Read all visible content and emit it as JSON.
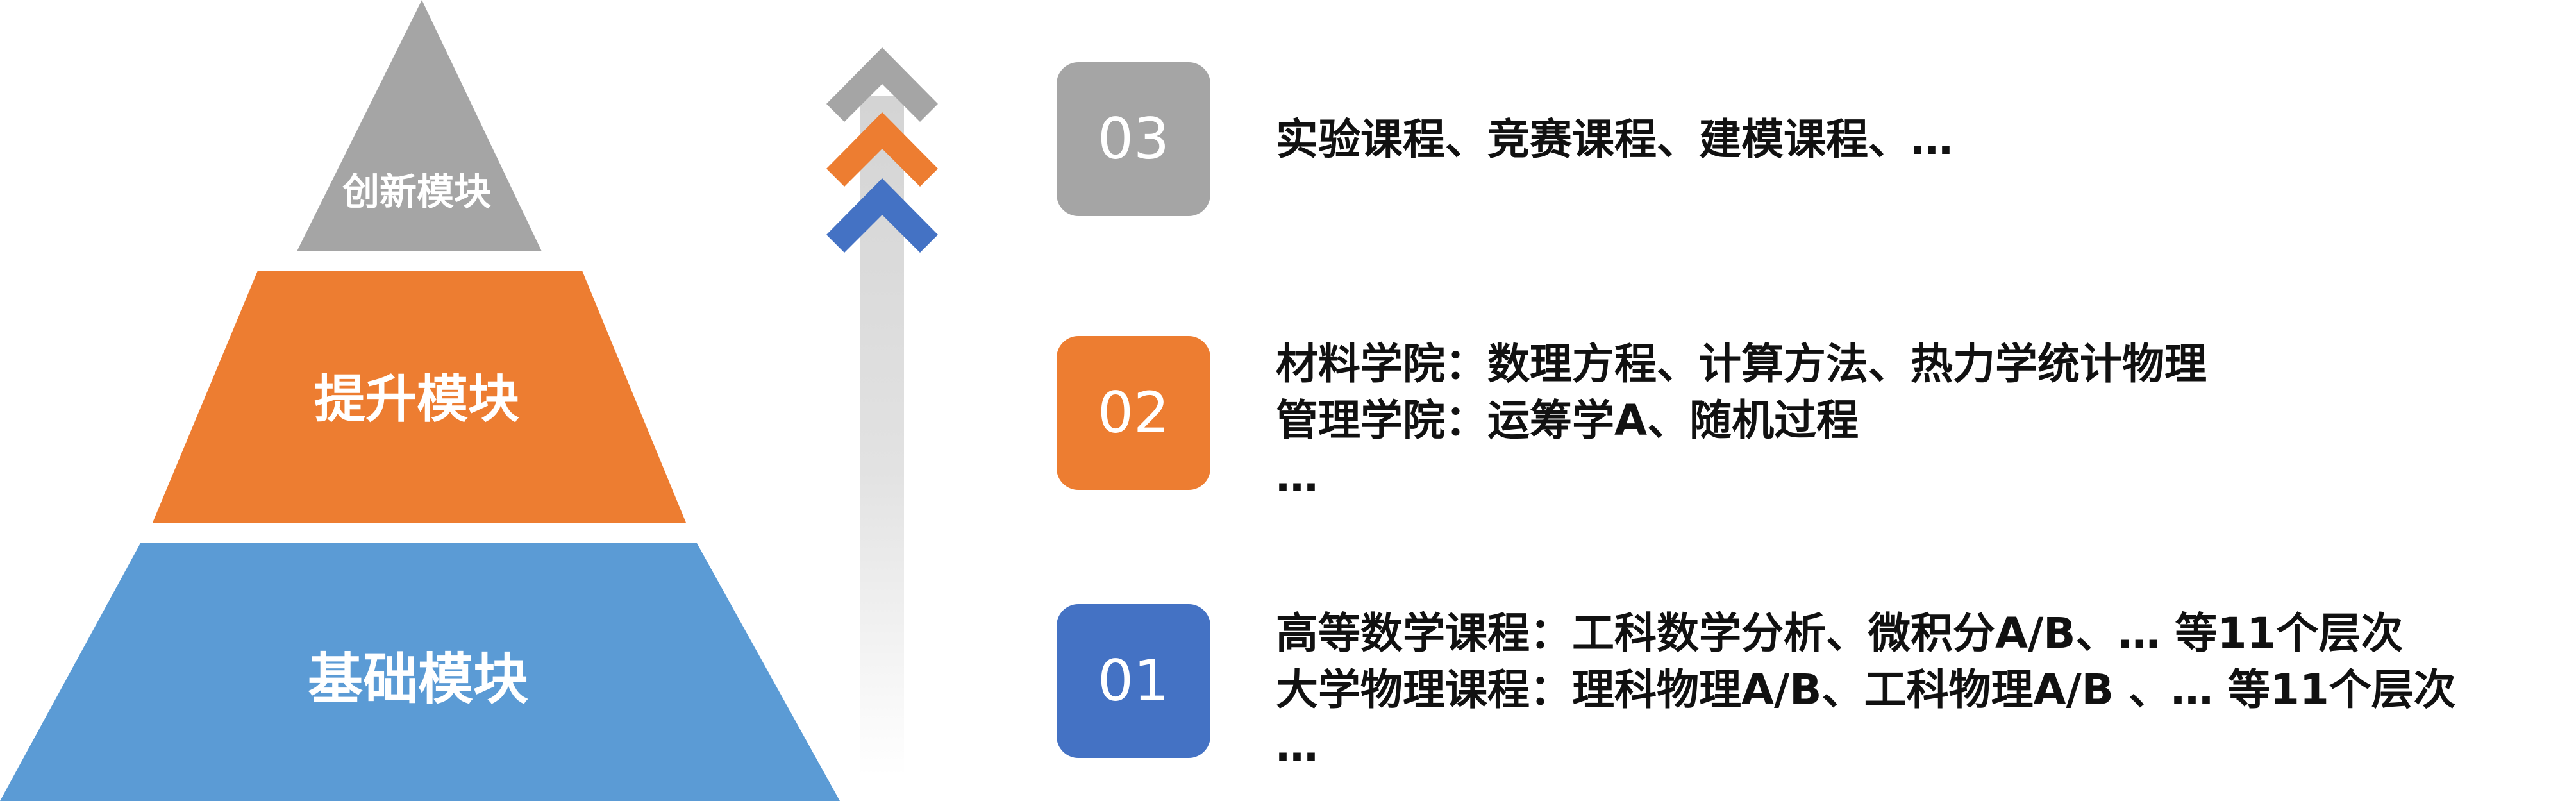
{
  "colors": {
    "gray": "#a5a5a5",
    "orange": "#ed7d31",
    "light_blue": "#5b9bd5",
    "dark_blue": "#4472c4"
  },
  "pyramid": {
    "top": "创新模块",
    "middle": "提升模块",
    "bottom": "基础模块"
  },
  "levels": [
    {
      "badge": "03",
      "lines": [
        "实验课程、竞赛课程、建模课程、…"
      ]
    },
    {
      "badge": "02",
      "lines": [
        "材料学院：数理方程、计算方法、热力学统计物理",
        "管理学院：运筹学A、随机过程",
        "…"
      ]
    },
    {
      "badge": "01",
      "lines": [
        "高等数学课程：工科数学分析、微积分A/B、… 等11个层次",
        "大学物理课程：理科物理A/B、工科物理A/B 、… 等11个层次",
        "…"
      ]
    }
  ]
}
